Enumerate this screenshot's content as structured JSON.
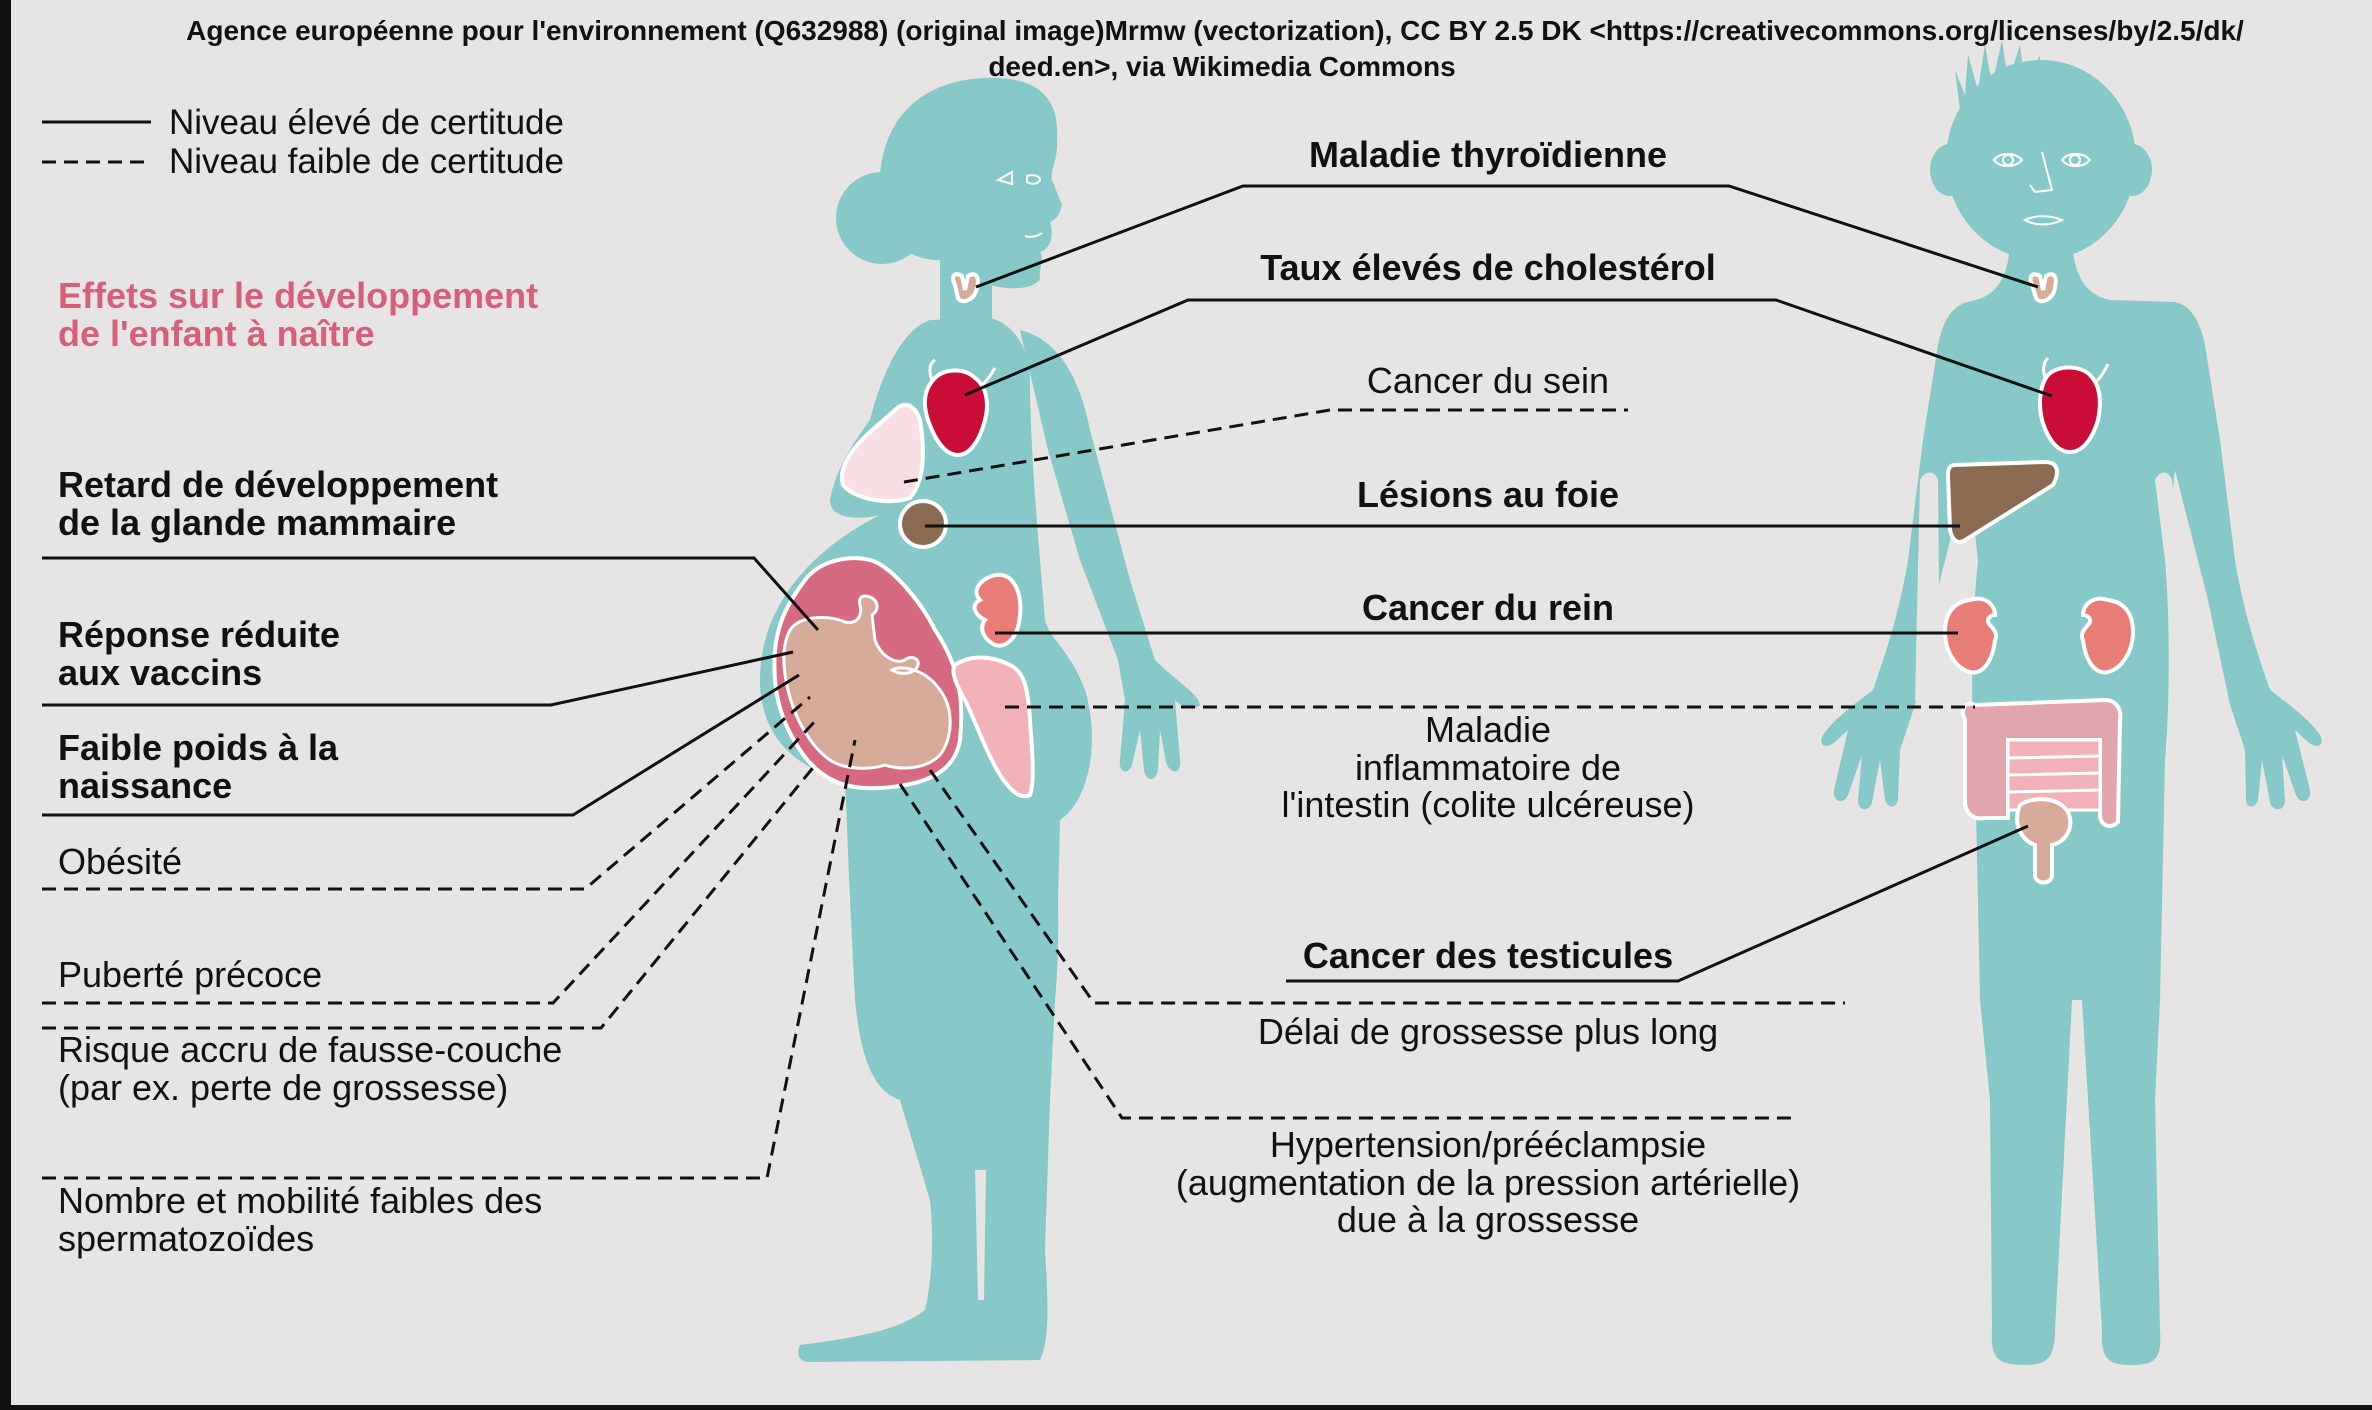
{
  "attribution": {
    "line1": "Agence européenne pour l'environnement (Q632988) (original image)Mrmw (vectorization), CC BY 2.5 DK <https://creativecommons.org/licenses/by/2.5/dk/",
    "line2": "deed.en>, via Wikimedia Commons"
  },
  "legend": {
    "high_certainty": "Niveau élevé de certitude",
    "low_certainty": "Niveau faible de certitude"
  },
  "section_heading": {
    "line1": "Effets sur le développement",
    "line2": "de l'enfant à naître",
    "color": "#d6607a"
  },
  "left_labels": [
    {
      "lines": [
        "Retard de développement",
        "de la glande mammaire"
      ],
      "certainty": "high"
    },
    {
      "lines": [
        "Réponse réduite",
        "aux vaccins"
      ],
      "certainty": "high"
    },
    {
      "lines": [
        "Faible poids à la",
        "naissance"
      ],
      "certainty": "high"
    },
    {
      "lines": [
        "Obésité"
      ],
      "certainty": "low"
    },
    {
      "lines": [
        "Puberté précoce"
      ],
      "certainty": "low"
    },
    {
      "lines": [
        "Risque accru de fausse-couche",
        "(par ex. perte de grossesse)"
      ],
      "certainty": "low"
    },
    {
      "lines": [
        "Nombre et mobilité faibles des",
        "spermatozoïdes"
      ],
      "certainty": "low"
    }
  ],
  "center_labels": [
    {
      "lines": [
        "Maladie thyroïdienne"
      ],
      "certainty": "high"
    },
    {
      "lines": [
        "Taux élevés de cholestérol"
      ],
      "certainty": "high"
    },
    {
      "lines": [
        "Cancer du sein"
      ],
      "certainty": "low"
    },
    {
      "lines": [
        "Lésions au foie"
      ],
      "certainty": "high"
    },
    {
      "lines": [
        "Cancer du rein"
      ],
      "certainty": "high"
    },
    {
      "lines": [
        "Maladie",
        "inflammatoire de",
        "l'intestin (colite ulcéreuse)"
      ],
      "certainty": "low"
    },
    {
      "lines": [
        "Cancer des testicules"
      ],
      "certainty": "high"
    },
    {
      "lines": [
        "Délai de grossesse plus long"
      ],
      "certainty": "low"
    },
    {
      "lines": [
        "Hypertension/prééclampsie",
        "(augmentation de la pression artérielle)",
        "due à la grossesse"
      ],
      "certainty": "low"
    }
  ],
  "colors": {
    "background": "#e6e4e5",
    "body": "#86c9c8",
    "heart": "#c90d37",
    "liver": "#8a6a50",
    "kidney": "#e87d78",
    "uterus": "#d56a80",
    "fetus": "#d7ab9a",
    "breast": "#f7dfe3",
    "intestine": "#e0a5ad",
    "placenta": "#f2b1b8",
    "thyroid": "#d7ab9a"
  }
}
